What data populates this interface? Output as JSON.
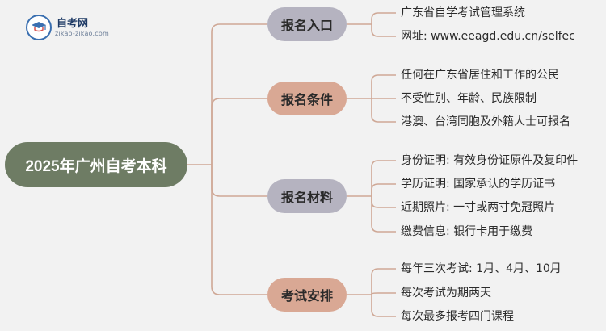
{
  "logo": {
    "name": "自考网",
    "url": "zikao-zikao.com"
  },
  "root": {
    "label": "2025年广州自考本科"
  },
  "branches": [
    {
      "label": "报名入口",
      "items": [
        "广东省自学考试管理系统",
        "网址: www.eeagd.edu.cn/selfec"
      ]
    },
    {
      "label": "报名条件",
      "items": [
        "任何在广东省居住和工作的公民",
        "不受性别、年龄、民族限制",
        "港澳、台湾同胞及外籍人士可报名"
      ]
    },
    {
      "label": "报名材料",
      "items": [
        "身份证明: 有效身份证原件及复印件",
        "学历证明: 国家承认的学历证书",
        "近期照片: 一寸或两寸免冠照片",
        "缴费信息: 银行卡用于缴费"
      ]
    },
    {
      "label": "考试安排",
      "items": [
        "每年三次考试: 1月、4月、10月",
        "每次考试为期两天",
        "每次最多报考四门课程"
      ]
    }
  ],
  "colors": {
    "root": "#6e7c64",
    "branch_gray": "#b5b3c0",
    "branch_tan": "#d9a894",
    "line": "#cfa896"
  }
}
